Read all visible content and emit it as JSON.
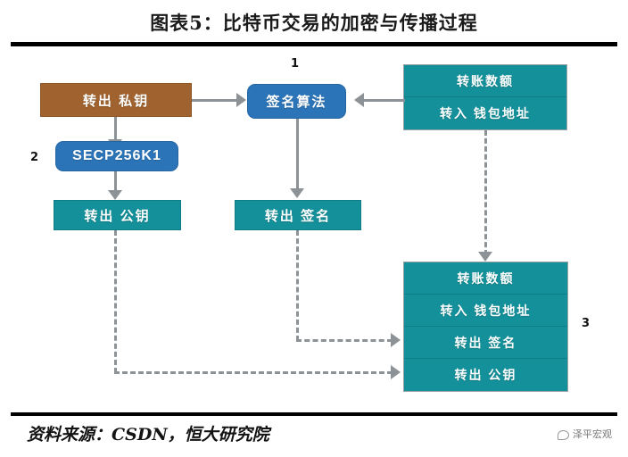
{
  "header": {
    "title": "图表5：比特币交易的加密与传播过程"
  },
  "footer": {
    "source": "资料来源：CSDN，恒大研究院",
    "watermark": "泽平宏观"
  },
  "diagram": {
    "steps": {
      "one": "1",
      "two": "2",
      "three": "3"
    },
    "nodes": {
      "private_key": "转出 私钥",
      "secp": "SECP256K1",
      "public_key": "转出 公钥",
      "sign_algorithm": "签名算法",
      "signature": "转出 签名"
    },
    "tx_input": {
      "rows": [
        "转账数额",
        "转入 钱包地址"
      ]
    },
    "tx_output": {
      "rows": [
        "转账数额",
        "转入 钱包地址",
        "转出 签名",
        "转出 公钥"
      ]
    },
    "colors": {
      "brown": "#a0632f",
      "blue": "#2b74b8",
      "teal": "#14909a",
      "connector": "#8c9296"
    }
  }
}
